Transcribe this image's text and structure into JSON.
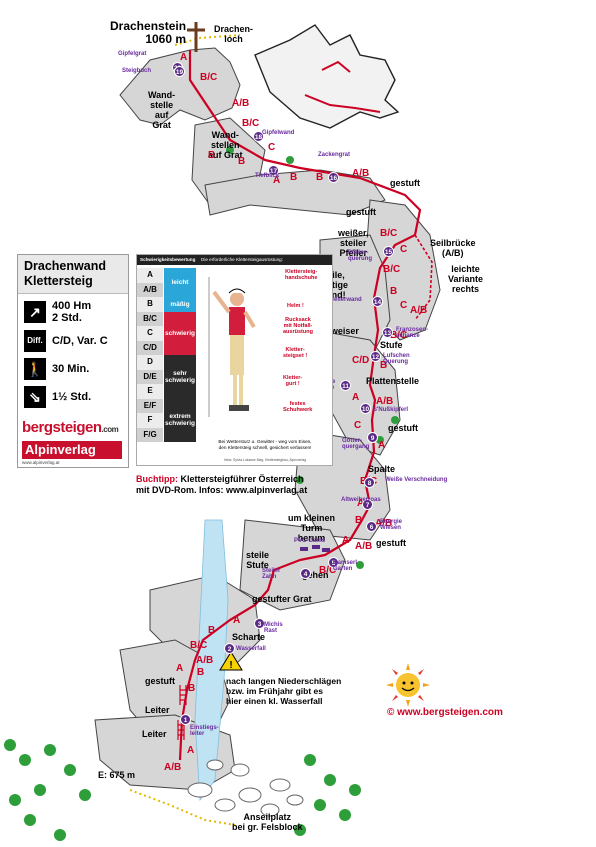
{
  "summit": {
    "name": "Drachenstein",
    "elevation": "1060 m",
    "cave": "Drachen-\nloch"
  },
  "info": {
    "title_line1": "Drachenwand",
    "title_line2": "Klettersteig",
    "stats": [
      {
        "icon": "climb-up-icon",
        "glyph": "↗",
        "value": "400 Hm\n2 Std."
      },
      {
        "icon": "difficulty-icon",
        "glyph": "Diff.",
        "value": "C/D, Var. C"
      },
      {
        "icon": "approach-walk-icon",
        "glyph": "🚶",
        "value": "30 Min."
      },
      {
        "icon": "descent-walk-icon",
        "glyph": "⇘",
        "value": "1½ Std."
      }
    ],
    "logo_bergsteigen": "bergsteigen",
    "logo_bergsteigen_suffix": ".com",
    "logo_alpinverlag": "Alpinverlag",
    "logo_alpinverlag_sub": "www.alpinverlag.at"
  },
  "scale": {
    "header_left": "Schwierigkeitsbewertung",
    "header_right": "Die erforderliche Klettersteigausrüstung:",
    "grades": [
      "A",
      "A/B",
      "B",
      "B/C",
      "C",
      "C/D",
      "D",
      "D/E",
      "E",
      "E/F",
      "F",
      "F/G"
    ],
    "bands": [
      {
        "label": "leicht",
        "color": "#2aa6d9"
      },
      {
        "label": "mäßig",
        "color": "#2aa6d9"
      },
      {
        "label": "schwierig",
        "color": "#d21e3c"
      },
      {
        "label": "sehr\nschwierig",
        "color": "#2a2a2a"
      },
      {
        "label": "extrem\nschwierig",
        "color": "#2a2a2a"
      }
    ],
    "gear": [
      "Klettersteig-\nhandschuhe",
      "Helm !",
      "Rucksack\nmit Notfall-\nausrüstung",
      "Kletter-\nsteigset !",
      "Kletter-\ngurt !",
      "festes\nSchuhwerk"
    ],
    "warning": "Bei Wettersturz u. Gewitter - weg vom Eisen,\nden Klettersteig schnell, gesichert verlassen!",
    "source": "Infos: Sylvia Lukasse Mag. Klettersteigbau, Alpinverlag"
  },
  "book_tip": {
    "line1_label": "Buchtipp:",
    "line1_text": "Klettersteigführer Österreich",
    "line2": "mit DVD-Rom. Infos: www.alpinverlag.at"
  },
  "copyright": "©  www.bergsteigen.com",
  "labels": [
    {
      "id": "wandstelle-grat",
      "text": "Wand-\nstelle\nauf\nGrat"
    },
    {
      "id": "wandstellen-grat",
      "text": "Wand-\nstellen\nauf Grat"
    },
    {
      "id": "gestuft-1",
      "text": "gestuft"
    },
    {
      "id": "gestuft-2",
      "text": "gestuft"
    },
    {
      "id": "weisser-pfeiler",
      "text": "weißer,\nsteiler\nPfeiler"
    },
    {
      "id": "seilbruecke",
      "text": "Seilbrücke\n(A/B)"
    },
    {
      "id": "leichte-variante",
      "text": "leichte\nVariante\nrechts"
    },
    {
      "id": "steile-wand",
      "text": "steile,\nplattige\nWand!"
    },
    {
      "id": "wegweiser",
      "text": "Wegweiser"
    },
    {
      "id": "stufe",
      "text": "Stufe"
    },
    {
      "id": "plattenstelle",
      "text": "Plattenstelle"
    },
    {
      "id": "gestuft-3",
      "text": "gestuft"
    },
    {
      "id": "spalte",
      "text": "Spalte"
    },
    {
      "id": "um-turm",
      "text": "um kleinen\nTurm\nherum"
    },
    {
      "id": "gestuft-4",
      "text": "gestuft"
    },
    {
      "id": "steile-stufe",
      "text": "steile\nStufe"
    },
    {
      "id": "gehen",
      "text": "gehen"
    },
    {
      "id": "gestufter-grat",
      "text": "gestufter Grat"
    },
    {
      "id": "scharte",
      "text": "Scharte"
    },
    {
      "id": "gestuft-5",
      "text": "gestuft"
    },
    {
      "id": "leiter-1",
      "text": "Leiter"
    },
    {
      "id": "leiter-2",
      "text": "Leiter"
    },
    {
      "id": "wasserfall-note",
      "text": "nach langen Niederschlägen\nbzw. im Frühjahr gibt es\nhier einen kl. Wasserfall"
    },
    {
      "id": "einstieg-hoehe",
      "text": "E: 675 m"
    },
    {
      "id": "anseilplatz",
      "text": "Anseilplatz\nbei gr. Felsblock"
    }
  ],
  "waypoints": [
    {
      "n": "20",
      "name": "Gipfelgrat"
    },
    {
      "n": "19",
      "name": "Steigbuch"
    },
    {
      "n": "18",
      "name": "Gipfelwand"
    },
    {
      "n": "17",
      "name": "Tiefblick"
    },
    {
      "n": "16",
      "name": "Zackengrat"
    },
    {
      "n": "15",
      "name": "Pfeiler-\nquerung"
    },
    {
      "n": "14",
      "name": "Pfeilerwand"
    },
    {
      "n": "13",
      "name": "Franzosen-\nschanze"
    },
    {
      "n": "12",
      "name": "Lufschen\nQuerung"
    },
    {
      "n": "11",
      "name": "Graue\nPlatte"
    },
    {
      "n": "10",
      "name": "S'Nußkipferl"
    },
    {
      "n": "9",
      "name": "Götter-\nquergang"
    },
    {
      "n": "8",
      "name": "Weiße Verschneidung"
    },
    {
      "n": "7",
      "name": "Altweiberroas"
    },
    {
      "n": "6",
      "name": "Energie\nWiesen"
    },
    {
      "n": "5",
      "name": "Gamserl\nGarten"
    },
    {
      "n": "4",
      "name": "Steiler\nZahn"
    },
    {
      "n": "3",
      "name": "Michis\nRast"
    },
    {
      "n": "2",
      "name": "Wasserfall"
    },
    {
      "n": "1",
      "name": "Einstiegs-\nleiter"
    }
  ],
  "pvc_gams": "PVC-Gams",
  "grades_on_route": [
    "A",
    "B/C",
    "A/B",
    "B/C",
    "C",
    "B",
    "B",
    "A",
    "B",
    "B",
    "A/B",
    "B/C",
    "C",
    "B/C",
    "B",
    "C",
    "A/B",
    "B/C",
    "C/D",
    "B",
    "A",
    "A/B",
    "C",
    "A",
    "B/C",
    "A/B",
    "B",
    "A",
    "B/C",
    "A",
    "A/B",
    "B",
    "A",
    "B/C",
    "A",
    "A/B",
    "B",
    "B",
    "A/B",
    "A"
  ],
  "colors": {
    "route": "#cc0022",
    "waypoint": "#5b2a86",
    "grade_text": "#cc0022",
    "water": "#9fd3ec"
  }
}
